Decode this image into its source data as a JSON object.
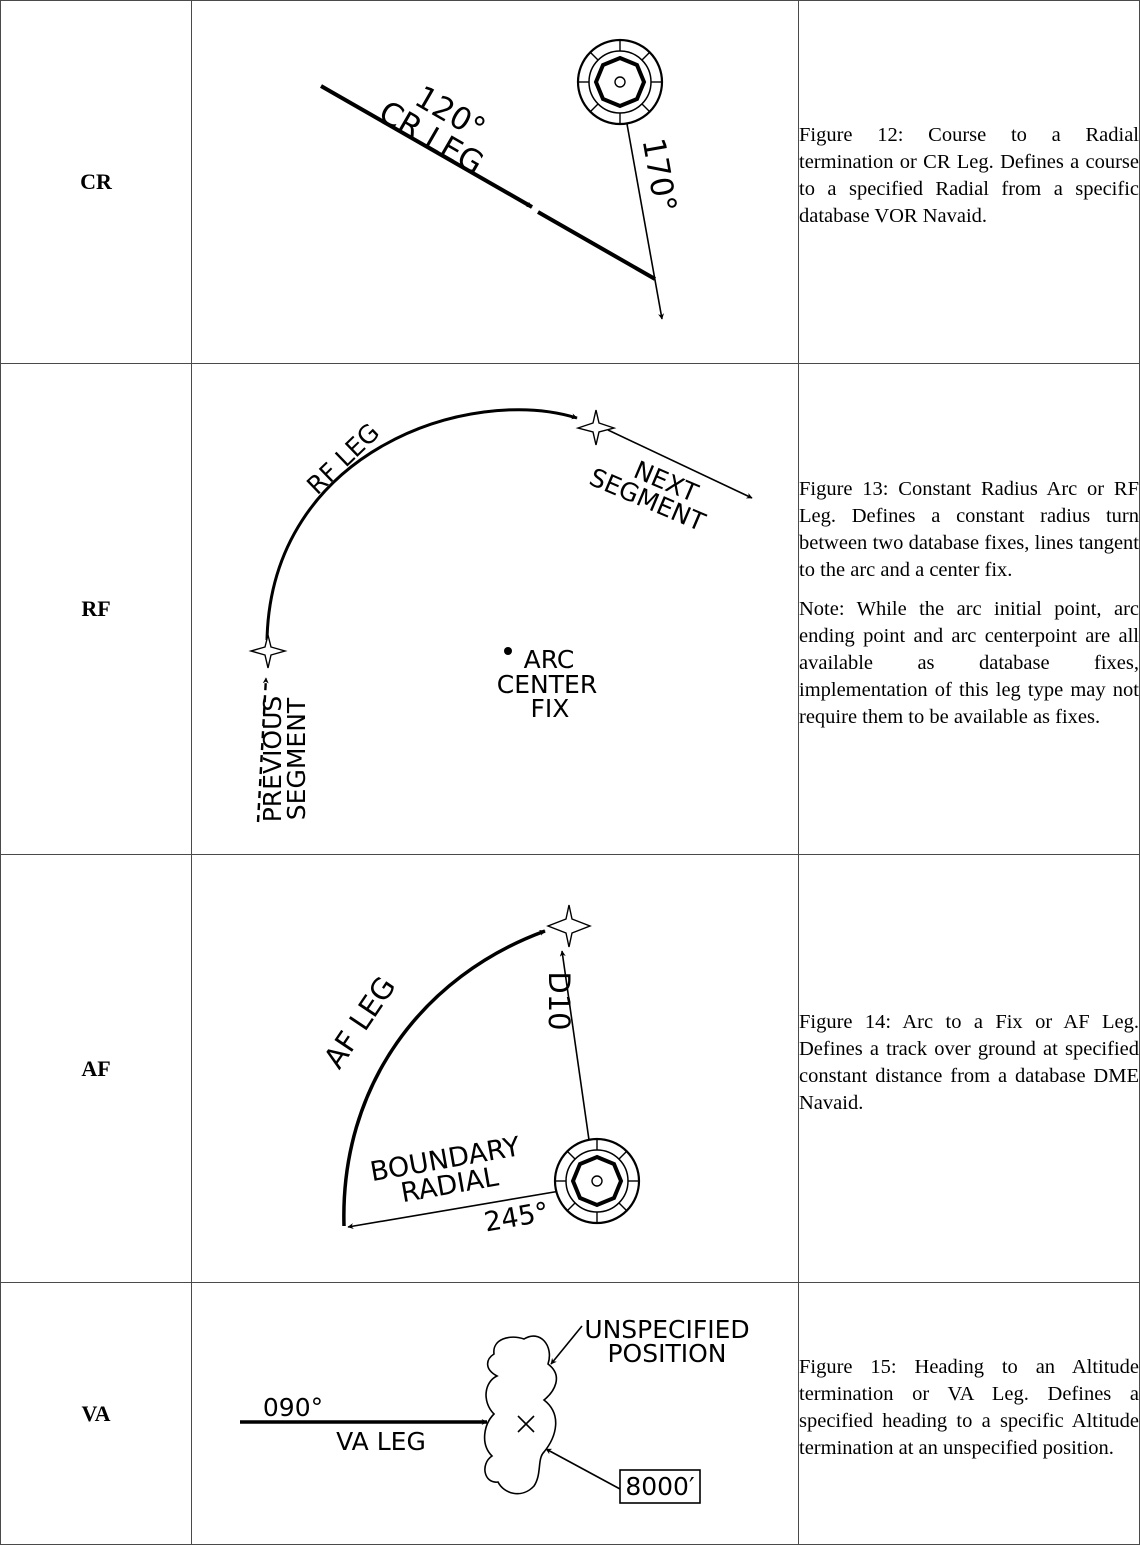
{
  "rows": [
    {
      "code": "CR",
      "caption": "Figure 12:  Course to a Radial termination or CR Leg. Defines a course to a specified Radial from a specific database VOR Navaid.",
      "labels": {
        "course": "120°",
        "leg": "CR LEG",
        "radial": "170°"
      }
    },
    {
      "code": "RF",
      "caption": "Figure 13:  Constant Radius Arc or RF Leg. Defines a constant radius turn between two database fixes, lines tangent to the arc and a center fix.",
      "note": "Note:  While the arc initial point, arc ending point and arc centerpoint are all available as database fixes, implementation of this leg type may not require them to be available as fixes.",
      "labels": {
        "leg": "RF LEG",
        "next_1": "NEXT",
        "next_2": "SEGMENT",
        "center_1": "ARC",
        "center_2": "CENTER",
        "center_3": "FIX",
        "prev_1": "PREVIOUS",
        "prev_2": "SEGMENT"
      }
    },
    {
      "code": "AF",
      "caption": "Figure 14:  Arc to a Fix or AF Leg. Defines a track over ground at specified constant distance from a database DME Navaid.",
      "labels": {
        "leg": "AF LEG",
        "distance": "D10",
        "boundary_1": "BOUNDARY",
        "boundary_2": "RADIAL",
        "boundary_3": "245°"
      }
    },
    {
      "code": "VA",
      "caption": "Figure 15:  Heading to an Altitude termination or VA Leg. Defines a specified heading to a specific Altitude termination at an unspecified position.",
      "labels": {
        "heading": "090°",
        "leg": "VA LEG",
        "position_1": "UNSPECIFIED",
        "position_2": "POSITION",
        "altitude": "8000′"
      }
    }
  ]
}
